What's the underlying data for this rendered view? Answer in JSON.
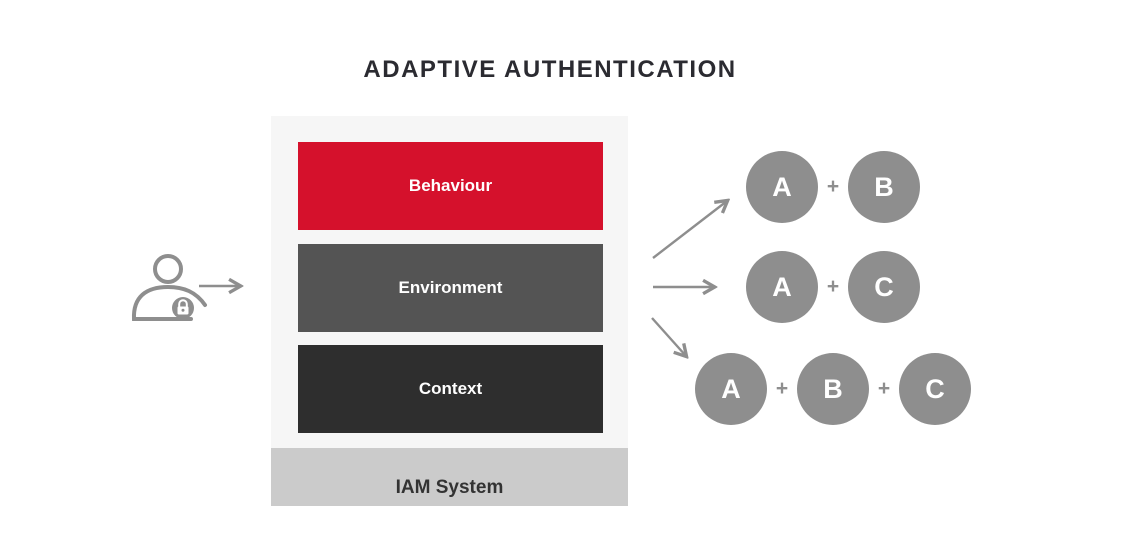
{
  "title": "ADAPTIVE AUTHENTICATION",
  "stack": {
    "layers": [
      {
        "id": "behaviour",
        "label": "Behaviour",
        "color": "#d5112c"
      },
      {
        "id": "environment",
        "label": "Environment",
        "color": "#545454"
      },
      {
        "id": "context",
        "label": "Context",
        "color": "#2e2e2e"
      }
    ],
    "base": {
      "label": "IAM System",
      "color": "#cbcbcb",
      "text_color": "#333333"
    }
  },
  "user": {
    "icon": "user-lock-icon",
    "color": "#8e8e8e"
  },
  "plus_sign": "+",
  "factor_circle_color": "#8e8e8e",
  "combinations": [
    {
      "factors": [
        "A",
        "B"
      ]
    },
    {
      "factors": [
        "A",
        "C"
      ]
    },
    {
      "factors": [
        "A",
        "B",
        "C"
      ]
    }
  ]
}
